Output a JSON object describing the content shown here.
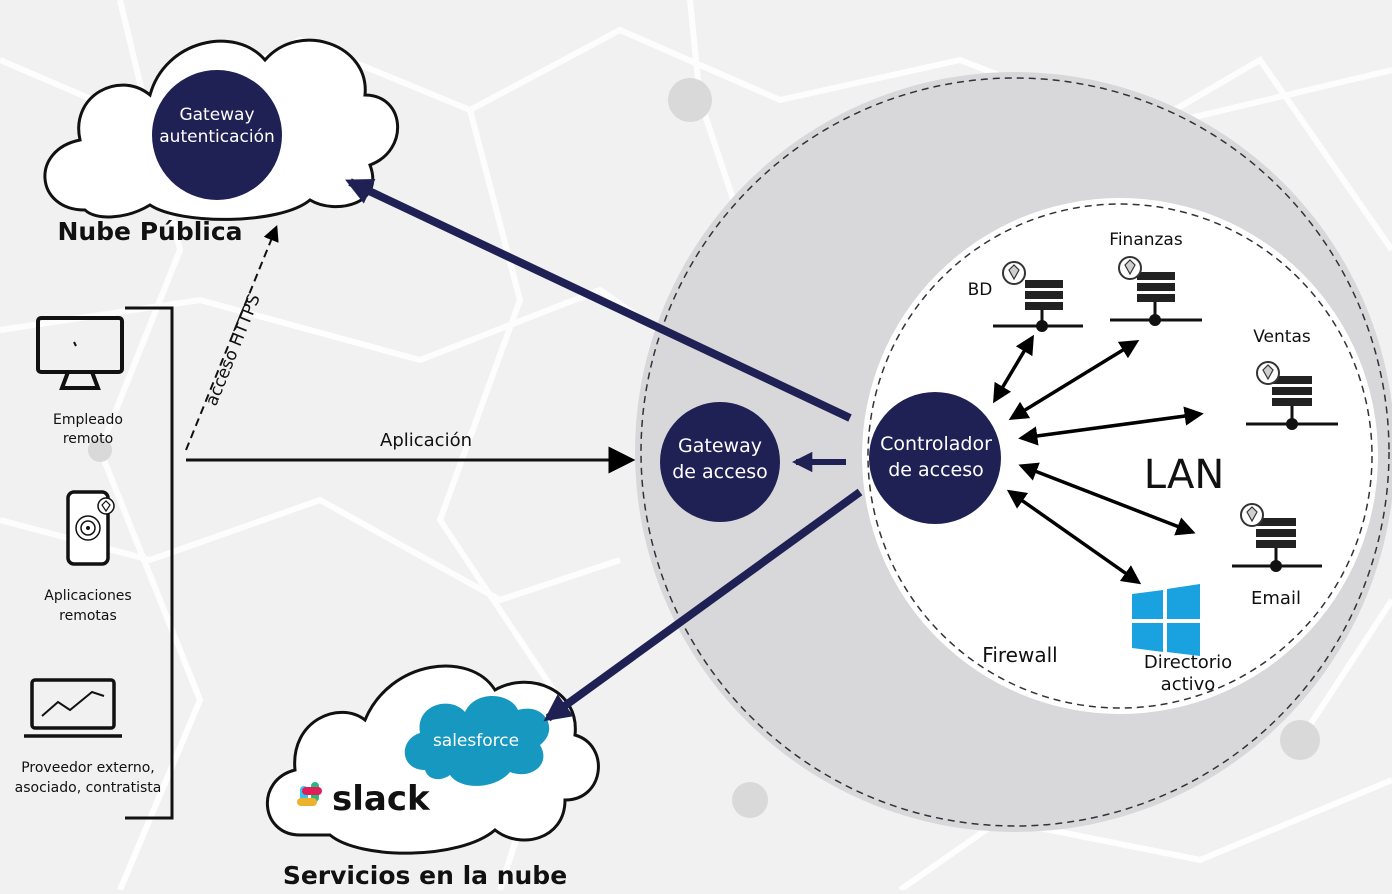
{
  "public_cloud": {
    "title": "Nube Pública",
    "gateway_line1": "Gateway",
    "gateway_line2": "autenticación"
  },
  "https_label": "acceso HTTPS",
  "application_label": "Aplicación",
  "users": [
    {
      "line1": "Empleado",
      "line2": "remoto",
      "icon": "monitor-icon"
    },
    {
      "line1": "Aplicaciones",
      "line2": "remotas",
      "icon": "smartphone-fingerprint-icon"
    },
    {
      "line1": "Proveedor externo,",
      "line2": "asociado, contratista",
      "icon": "laptop-chart-icon"
    }
  ],
  "access_gateway": {
    "line1": "Gateway",
    "line2": "de acceso"
  },
  "access_controller": {
    "line1": "Controlador",
    "line2": "de acceso"
  },
  "lan": {
    "title": "LAN",
    "servers": {
      "bd": "BD",
      "finanzas": "Finanzas",
      "ventas": "Ventas",
      "email": "Email"
    },
    "directory_line1": "Directorio",
    "directory_line2": "activo",
    "firewall": "Firewall"
  },
  "cloud_services": {
    "title": "Servicios en la nube",
    "salesforce": "salesforce",
    "slack": "slack"
  },
  "colors": {
    "navy": "#1f2155",
    "ring": "#d8d8db",
    "windows": "#1aa1e0",
    "salesforce": "#1798c1",
    "background": "#f1f1f1"
  }
}
